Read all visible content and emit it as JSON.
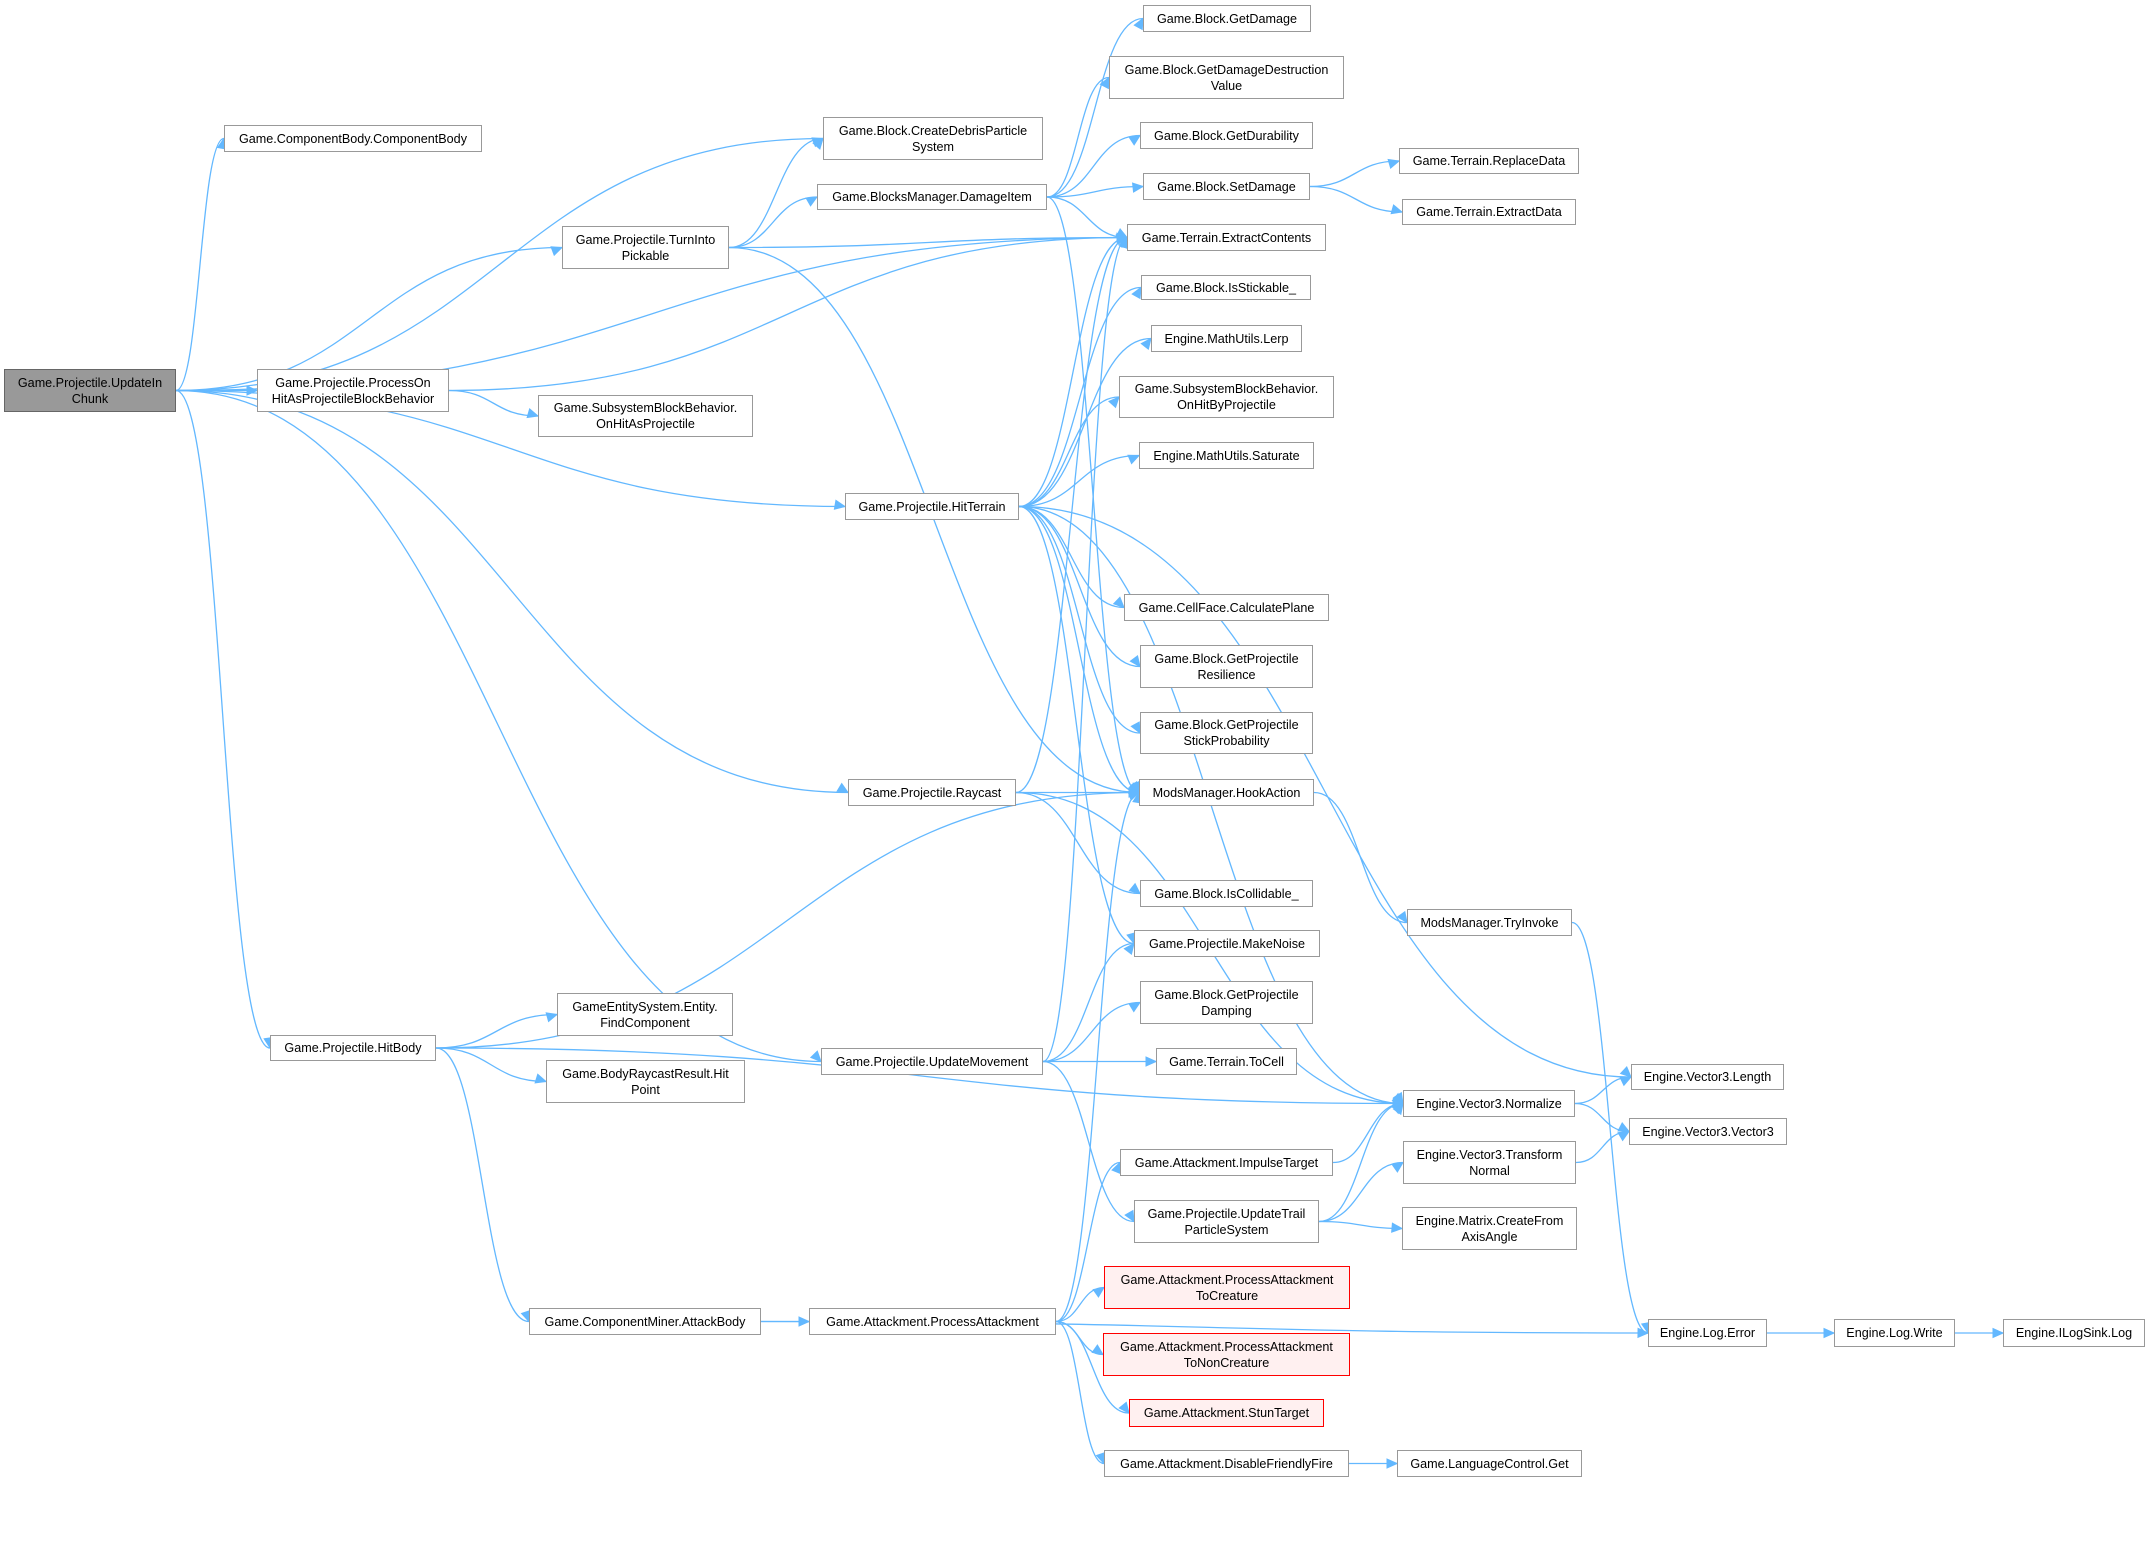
{
  "graph": {
    "title": "Call graph of Game.Projectile.UpdateInChunk",
    "colors": {
      "edge": "#63b8ff",
      "root_fill": "#999999",
      "missing_border": "#ff0000",
      "missing_fill": "#fff0f0"
    },
    "nodes": [
      {
        "id": "n0",
        "label": "Game.Projectile.UpdateIn\nChunk",
        "kind": "root"
      },
      {
        "id": "n1",
        "label": "Game.ComponentBody.ComponentBody",
        "kind": "normal"
      },
      {
        "id": "n2",
        "label": "Game.Block.CreateDebrisParticle\nSystem",
        "kind": "normal"
      },
      {
        "id": "n3",
        "label": "Game.Projectile.TurnInto\nPickable",
        "kind": "normal"
      },
      {
        "id": "n4",
        "label": "Game.BlocksManager.DamageItem",
        "kind": "normal"
      },
      {
        "id": "n5",
        "label": "Game.Block.GetDamage",
        "kind": "normal"
      },
      {
        "id": "n6",
        "label": "Game.Block.GetDamageDestruction\nValue",
        "kind": "normal"
      },
      {
        "id": "n7",
        "label": "Game.Block.GetDurability",
        "kind": "normal"
      },
      {
        "id": "n8",
        "label": "Game.Block.SetDamage",
        "kind": "normal"
      },
      {
        "id": "n9",
        "label": "Game.Terrain.ReplaceData",
        "kind": "normal"
      },
      {
        "id": "n10",
        "label": "Game.Terrain.ExtractData",
        "kind": "normal"
      },
      {
        "id": "n11",
        "label": "Game.Terrain.ExtractContents",
        "kind": "normal"
      },
      {
        "id": "n12",
        "label": "Game.Block.IsStickable_",
        "kind": "normal"
      },
      {
        "id": "n13",
        "label": "Engine.MathUtils.Lerp",
        "kind": "normal"
      },
      {
        "id": "n14",
        "label": "Game.SubsystemBlockBehavior.\nOnHitByProjectile",
        "kind": "normal"
      },
      {
        "id": "n15",
        "label": "Engine.MathUtils.Saturate",
        "kind": "normal"
      },
      {
        "id": "n16",
        "label": "Game.Projectile.ProcessOn\nHitAsProjectileBlockBehavior",
        "kind": "normal"
      },
      {
        "id": "n17",
        "label": "Game.SubsystemBlockBehavior.\nOnHitAsProjectile",
        "kind": "normal"
      },
      {
        "id": "n18",
        "label": "Game.Projectile.HitTerrain",
        "kind": "normal"
      },
      {
        "id": "n19",
        "label": "Game.CellFace.CalculatePlane",
        "kind": "normal"
      },
      {
        "id": "n20",
        "label": "Game.Block.GetProjectile\nResilience",
        "kind": "normal"
      },
      {
        "id": "n21",
        "label": "Game.Block.GetProjectile\nStickProbability",
        "kind": "normal"
      },
      {
        "id": "n22",
        "label": "ModsManager.HookAction",
        "kind": "normal"
      },
      {
        "id": "n23",
        "label": "Game.Projectile.Raycast",
        "kind": "normal"
      },
      {
        "id": "n24",
        "label": "Game.Block.IsCollidable_",
        "kind": "normal"
      },
      {
        "id": "n25",
        "label": "ModsManager.TryInvoke",
        "kind": "normal"
      },
      {
        "id": "n26",
        "label": "Game.Projectile.MakeNoise",
        "kind": "normal"
      },
      {
        "id": "n27",
        "label": "Game.Block.GetProjectile\nDamping",
        "kind": "normal"
      },
      {
        "id": "n28",
        "label": "Game.Projectile.HitBody",
        "kind": "normal"
      },
      {
        "id": "n29",
        "label": "GameEntitySystem.Entity.\nFindComponent",
        "kind": "normal"
      },
      {
        "id": "n30",
        "label": "Game.BodyRaycastResult.Hit\nPoint",
        "kind": "normal"
      },
      {
        "id": "n31",
        "label": "Game.Projectile.UpdateMovement",
        "kind": "normal"
      },
      {
        "id": "n32",
        "label": "Game.Terrain.ToCell",
        "kind": "normal"
      },
      {
        "id": "n33",
        "label": "Engine.Vector3.Length",
        "kind": "normal"
      },
      {
        "id": "n34",
        "label": "Engine.Vector3.Normalize",
        "kind": "normal"
      },
      {
        "id": "n35",
        "label": "Engine.Vector3.Vector3",
        "kind": "normal"
      },
      {
        "id": "n36",
        "label": "Game.Attackment.ImpulseTarget",
        "kind": "normal"
      },
      {
        "id": "n37",
        "label": "Engine.Vector3.Transform\nNormal",
        "kind": "normal"
      },
      {
        "id": "n38",
        "label": "Game.Projectile.UpdateTrail\nParticleSystem",
        "kind": "normal"
      },
      {
        "id": "n39",
        "label": "Engine.Matrix.CreateFrom\nAxisAngle",
        "kind": "normal"
      },
      {
        "id": "n40",
        "label": "Game.Attackment.ProcessAttackment\nToCreature",
        "kind": "missing"
      },
      {
        "id": "n41",
        "label": "Game.ComponentMiner.AttackBody",
        "kind": "normal"
      },
      {
        "id": "n42",
        "label": "Game.Attackment.ProcessAttackment",
        "kind": "normal"
      },
      {
        "id": "n43",
        "label": "Game.Attackment.ProcessAttackment\nToNonCreature",
        "kind": "missing"
      },
      {
        "id": "n44",
        "label": "Game.Attackment.StunTarget",
        "kind": "missing"
      },
      {
        "id": "n45",
        "label": "Game.Attackment.DisableFriendlyFire",
        "kind": "normal"
      },
      {
        "id": "n46",
        "label": "Game.LanguageControl.Get",
        "kind": "normal"
      },
      {
        "id": "n47",
        "label": "Engine.Log.Error",
        "kind": "normal"
      },
      {
        "id": "n48",
        "label": "Engine.Log.Write",
        "kind": "normal"
      },
      {
        "id": "n49",
        "label": "Engine.ILogSink.Log",
        "kind": "normal"
      }
    ],
    "edges": [
      [
        "n0",
        "n1"
      ],
      [
        "n0",
        "n2"
      ],
      [
        "n0",
        "n3"
      ],
      [
        "n0",
        "n11"
      ],
      [
        "n0",
        "n16"
      ],
      [
        "n0",
        "n18"
      ],
      [
        "n0",
        "n23"
      ],
      [
        "n0",
        "n31"
      ],
      [
        "n0",
        "n28"
      ],
      [
        "n3",
        "n2"
      ],
      [
        "n3",
        "n4"
      ],
      [
        "n3",
        "n11"
      ],
      [
        "n3",
        "n22"
      ],
      [
        "n4",
        "n5"
      ],
      [
        "n4",
        "n6"
      ],
      [
        "n4",
        "n7"
      ],
      [
        "n4",
        "n8"
      ],
      [
        "n4",
        "n11"
      ],
      [
        "n4",
        "n22"
      ],
      [
        "n8",
        "n9"
      ],
      [
        "n8",
        "n10"
      ],
      [
        "n16",
        "n11"
      ],
      [
        "n16",
        "n17"
      ],
      [
        "n18",
        "n11"
      ],
      [
        "n18",
        "n12"
      ],
      [
        "n18",
        "n13"
      ],
      [
        "n18",
        "n14"
      ],
      [
        "n18",
        "n15"
      ],
      [
        "n18",
        "n19"
      ],
      [
        "n18",
        "n20"
      ],
      [
        "n18",
        "n21"
      ],
      [
        "n18",
        "n22"
      ],
      [
        "n18",
        "n26"
      ],
      [
        "n18",
        "n33"
      ],
      [
        "n18",
        "n34"
      ],
      [
        "n23",
        "n11"
      ],
      [
        "n23",
        "n22"
      ],
      [
        "n23",
        "n24"
      ],
      [
        "n23",
        "n34"
      ],
      [
        "n22",
        "n25"
      ],
      [
        "n25",
        "n47"
      ],
      [
        "n28",
        "n29"
      ],
      [
        "n28",
        "n30"
      ],
      [
        "n28",
        "n22"
      ],
      [
        "n28",
        "n34"
      ],
      [
        "n28",
        "n41"
      ],
      [
        "n31",
        "n26"
      ],
      [
        "n31",
        "n27"
      ],
      [
        "n31",
        "n32"
      ],
      [
        "n31",
        "n38"
      ],
      [
        "n31",
        "n11"
      ],
      [
        "n34",
        "n33"
      ],
      [
        "n34",
        "n35"
      ],
      [
        "n37",
        "n35"
      ],
      [
        "n36",
        "n34"
      ],
      [
        "n38",
        "n34"
      ],
      [
        "n38",
        "n37"
      ],
      [
        "n38",
        "n39"
      ],
      [
        "n41",
        "n42"
      ],
      [
        "n41",
        "n47"
      ],
      [
        "n42",
        "n36"
      ],
      [
        "n42",
        "n40"
      ],
      [
        "n42",
        "n43"
      ],
      [
        "n42",
        "n44"
      ],
      [
        "n42",
        "n45"
      ],
      [
        "n42",
        "n22"
      ],
      [
        "n45",
        "n46"
      ],
      [
        "n47",
        "n48"
      ],
      [
        "n48",
        "n49"
      ]
    ]
  }
}
